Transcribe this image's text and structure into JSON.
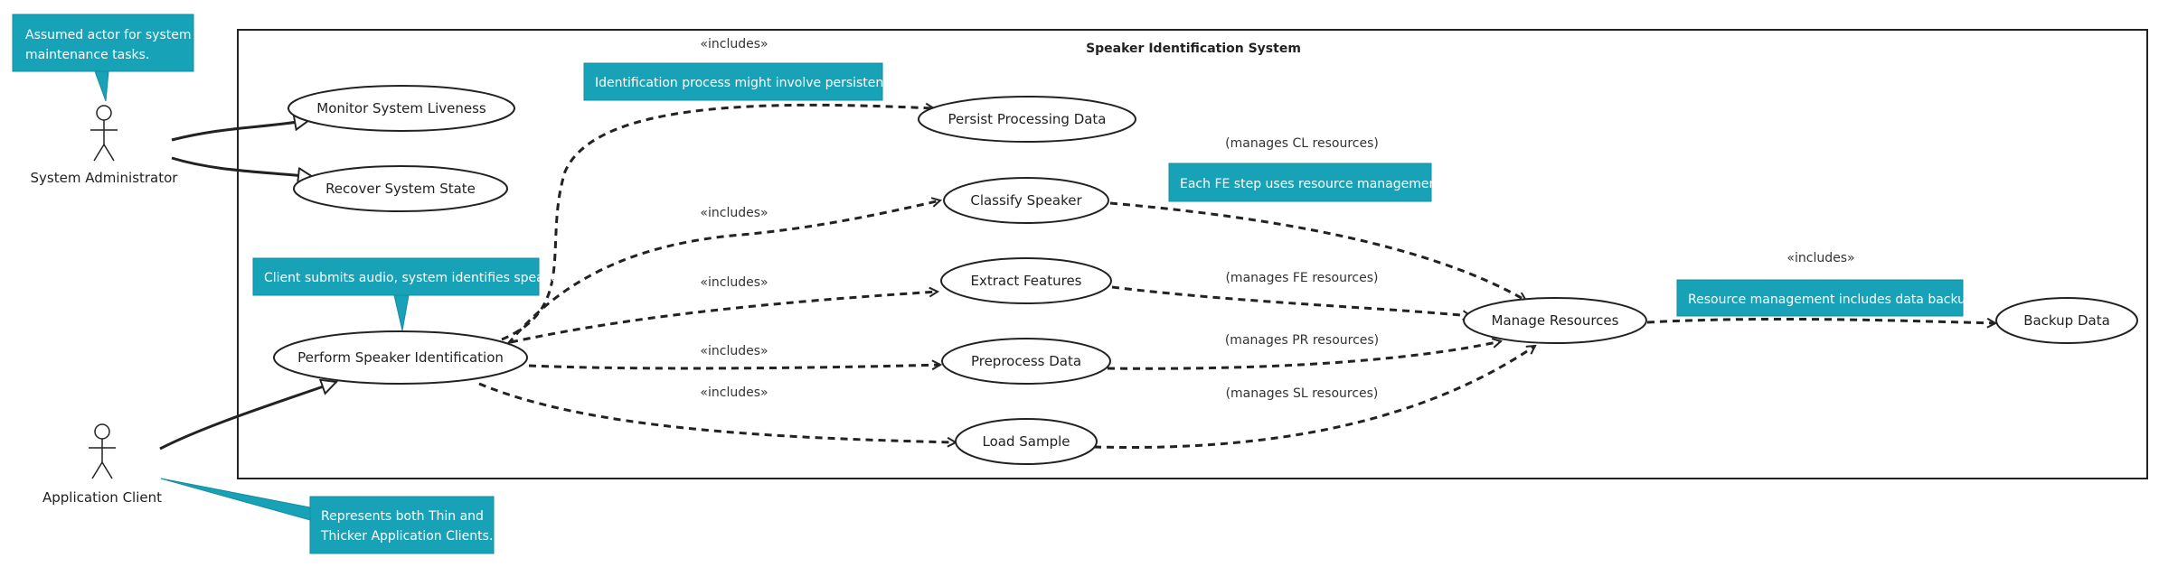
{
  "system": {
    "title": "Speaker Identification System"
  },
  "actors": {
    "admin": "System Administrator",
    "client": "Application Client"
  },
  "usecases": {
    "monitor": "Monitor System Liveness",
    "recover": "Recover System State",
    "persist": "Persist Processing Data",
    "classify": "Classify Speaker",
    "extract": "Extract Features",
    "preprocess": "Preprocess Data",
    "load": "Load Sample",
    "perform": "Perform Speaker Identification",
    "manage": "Manage Resources",
    "backup": "Backup Data"
  },
  "relations": {
    "includes_persist": "«includes»",
    "includes_classify": "«includes»",
    "includes_extract": "«includes»",
    "includes_preprocess": "«includes»",
    "includes_load": "«includes»",
    "includes_backup": "«includes»",
    "manages_cl": "(manages CL resources)",
    "manages_fe": "(manages FE resources)",
    "manages_pr": "(manages PR resources)",
    "manages_sl": "(manages SL resources)"
  },
  "notes": {
    "admin_line1": "Assumed actor for system",
    "admin_line2": "maintenance tasks.",
    "persist": "Identification process might involve persistence.",
    "perform": "Client submits audio, system identifies speaker.",
    "fe": "Each FE step uses resource management.",
    "backup": "Resource management includes data backup.",
    "client_line1": "Represents both Thin and",
    "client_line2": "Thicker Application Clients."
  },
  "colors": {
    "note": "#17a2b8",
    "line": "#222222"
  }
}
